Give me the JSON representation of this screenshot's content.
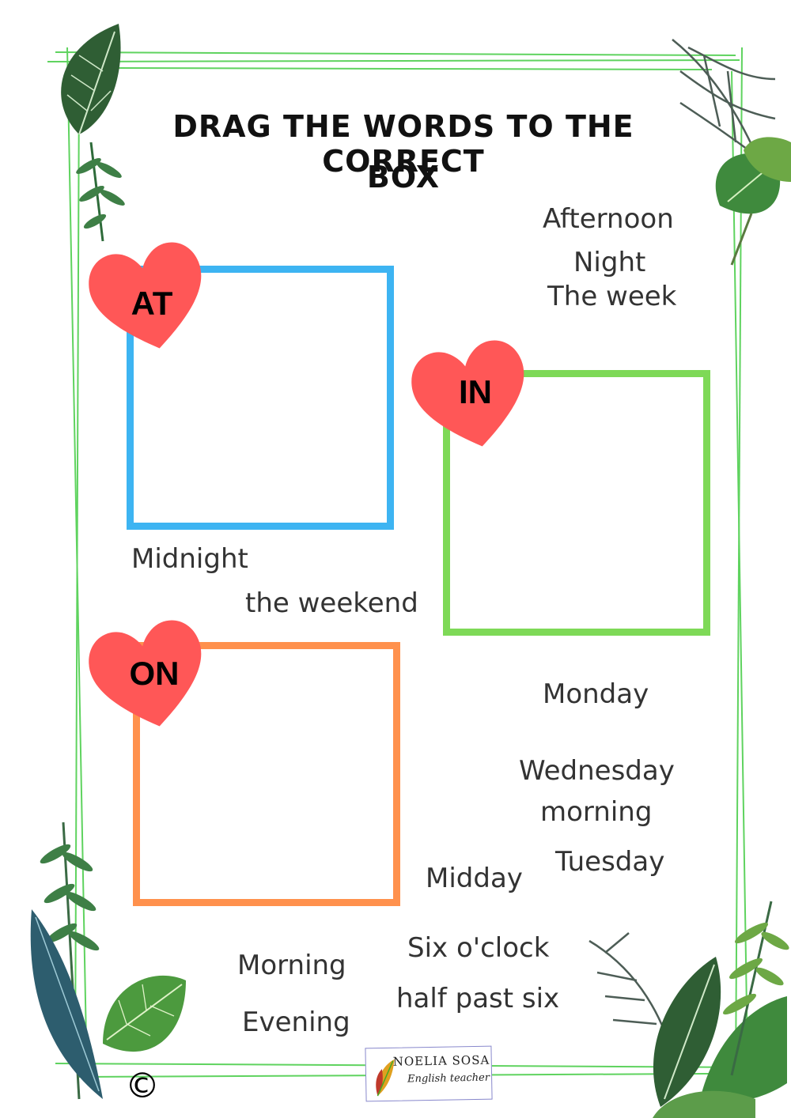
{
  "title": {
    "line1": "DRAG THE WORDS TO THE CORRECT",
    "line2": "BOX"
  },
  "categories": {
    "at": {
      "label": "AT",
      "color": "#3db4f2"
    },
    "in": {
      "label": "IN",
      "color": "#7ed957"
    },
    "on": {
      "label": "ON",
      "color": "#ff914d"
    },
    "heart_color": "#ff5757"
  },
  "words": {
    "afternoon": "Afternoon",
    "night": "Night",
    "the_week": "The week",
    "midnight": "Midnight",
    "the_weekend": "the weekend",
    "monday": "Monday",
    "wednesday": "Wednesday",
    "morning_lower": "morning",
    "tuesday": "Tuesday",
    "midday": "Midday",
    "six_oclock": "Six o'clock",
    "morning": "Morning",
    "half_past_six": "half past six",
    "evening": "Evening"
  },
  "footer": {
    "logo_name": "NOELIA SOSA",
    "logo_subtitle": "English teacher",
    "copyright": "©"
  }
}
